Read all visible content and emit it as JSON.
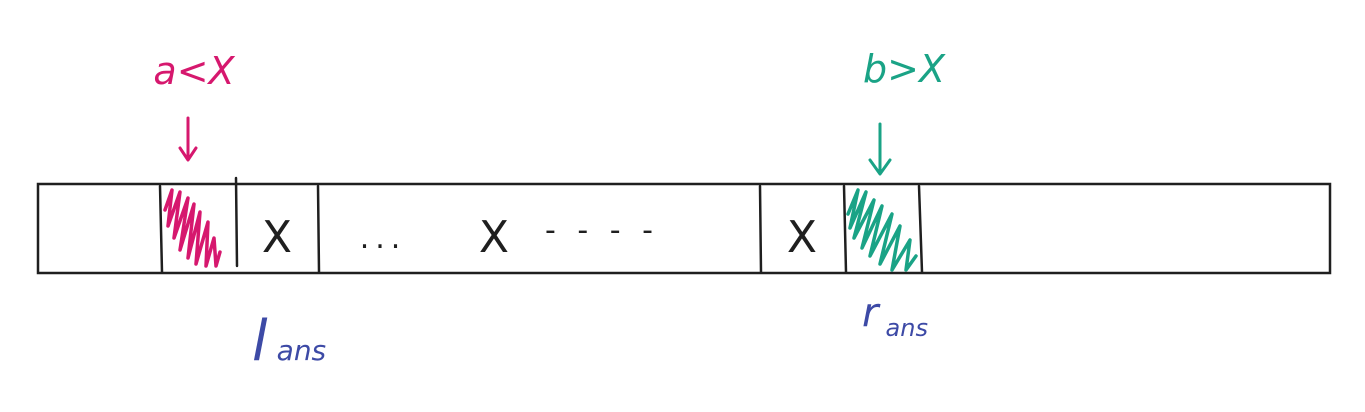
{
  "colors": {
    "ink": "#1f1f1f",
    "left_accent": "#d6186e",
    "right_accent": "#1aa386",
    "pointer_label": "#3d4aa6"
  },
  "array": {
    "cell_x_1": "X",
    "gap_dots_1": "...",
    "cell_x_middle": "X",
    "gap_dots_2": "- - - -",
    "cell_x_2": "X"
  },
  "annotations": {
    "left_condition": "a<X",
    "right_condition": "b>X",
    "left_pointer": "l",
    "left_pointer_sub": "ans",
    "right_pointer": "r",
    "right_pointer_sub": "ans"
  }
}
